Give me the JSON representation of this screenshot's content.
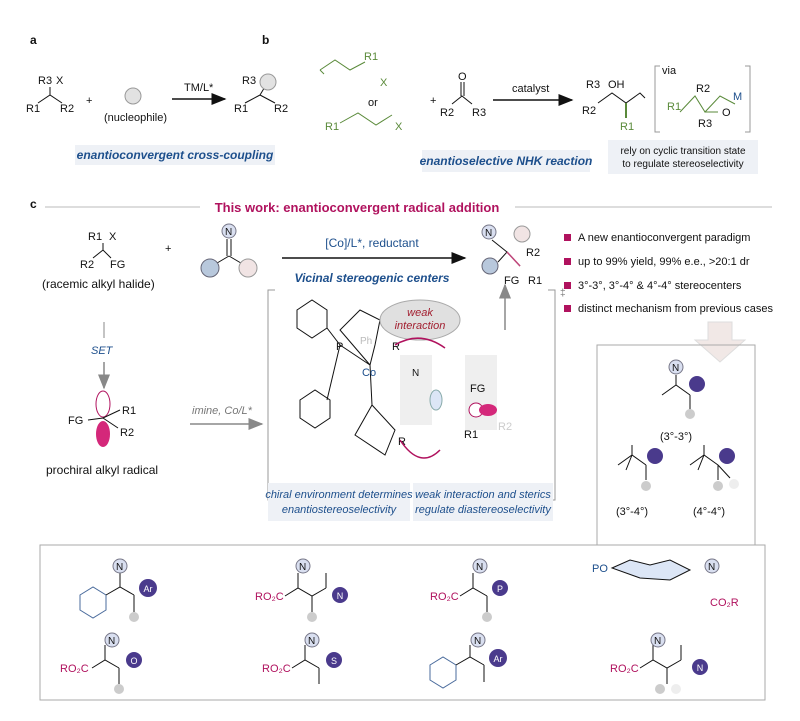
{
  "panels": {
    "a": "a",
    "b": "b",
    "c": "c"
  },
  "colors": {
    "accent_magenta": "#b0125e",
    "accent_blue": "#1d4f8c",
    "purple": "#4a3a8c",
    "green": "#5a8a3a",
    "box_bg": "#eef1f6"
  },
  "panel_a": {
    "reagent_label": "TM/L*",
    "nucleophile_label": "(nucleophile)",
    "caption": "enantioconvergent cross-coupling",
    "atoms": {
      "r1": "R1",
      "r2": "R2",
      "r3": "R3",
      "x": "X"
    }
  },
  "panel_b": {
    "or_label": "or",
    "reagent_label": "catalyst",
    "caption": "enantioselective NHK reaction",
    "via_label": "via",
    "ts_note_line1": "rely on cyclic transition state",
    "ts_note_line2": "to regulate stereoselectivity",
    "atoms": {
      "oh": "OH",
      "o": "O",
      "m": "M"
    }
  },
  "panel_c": {
    "title": "This work: enantioconvergent radical addition",
    "reagent_label": "[Co]/L*, reductant",
    "arrow_caption": "Vicinal stereogenic centers",
    "substrate_label": "(racemic alkyl halide)",
    "set_label": "SET",
    "radical_label": "prochiral alkyl radical",
    "imine_reagent": "imine, Co/L*",
    "weak_interaction": "weak interaction",
    "dagger": "‡",
    "atoms": {
      "fg": "FG",
      "n": "N",
      "p": "P",
      "co": "Co",
      "ph": "Ph",
      "r": "R"
    },
    "bullets": [
      "A new enantioconvergent paradigm",
      "up to 99% yield, 99% e.e., >20:1 dr",
      "3°-3°, 3°-4° & 4°-4° stereocenters",
      "distinct mechanism from previous cases"
    ],
    "box_left_line1": "chiral environment determines",
    "box_left_line2": "enantiostereoselectivity",
    "box_right_line1": "weak interaction and sterics",
    "box_right_line2": "regulate diastereoselectivity",
    "stereo_types": [
      "(3°-3°)",
      "(3°-4°)",
      "(4°-4°)"
    ]
  },
  "examples": {
    "groups": [
      "Ar",
      "N",
      "P",
      "O",
      "S",
      "Ar",
      "N"
    ],
    "ester": "RO₂C",
    "ester_r": "CO₂R",
    "po": "PO"
  }
}
